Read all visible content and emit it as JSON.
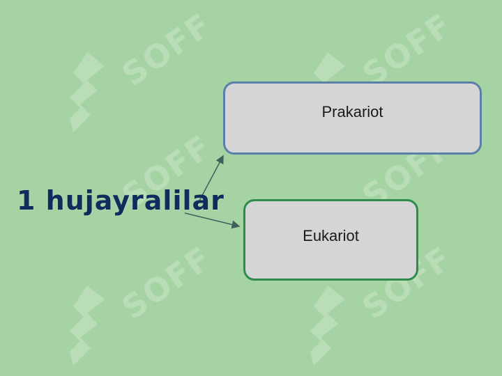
{
  "diagram": {
    "root_label": "1 hujayralilar",
    "branches": [
      {
        "label": "Prakariot",
        "border_color": "#5a7fa8"
      },
      {
        "label": "Eukariot",
        "border_color": "#2e8b4a"
      }
    ]
  },
  "watermark": {
    "text": "SOFF",
    "icon": "sofF-logo-icon"
  },
  "colors": {
    "background": "#a6d3a3",
    "title": "#0f2d5c",
    "box_fill": "#d5d5d5",
    "arrow": "#3f5f5a"
  }
}
